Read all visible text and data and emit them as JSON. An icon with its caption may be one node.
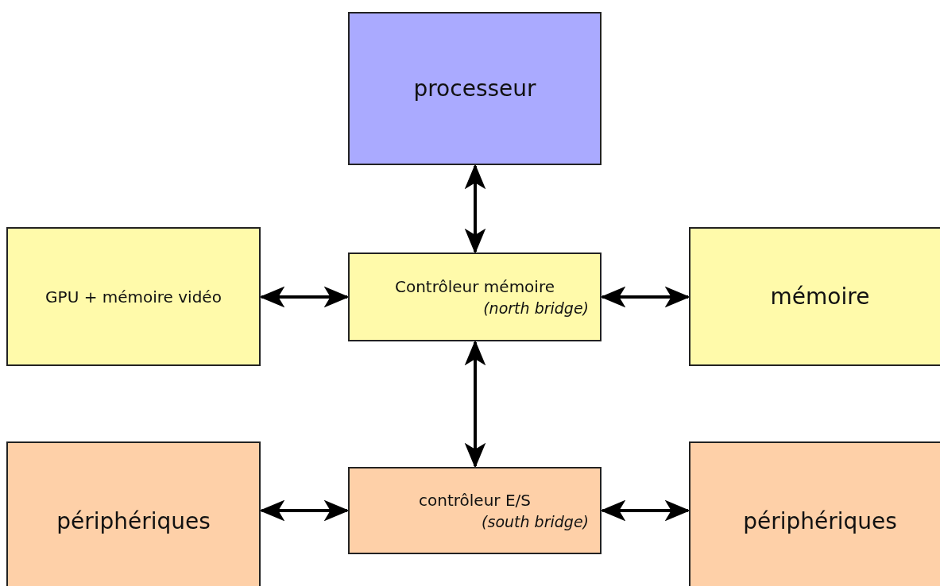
{
  "diagram": {
    "nodes": [
      {
        "text": [
          "processeur"
        ]
      },
      {
        "text": [
          "GPU + mémoire vidéo"
        ]
      },
      {
        "text": [
          "Contrôleur mémoire",
          "(north bridge)"
        ]
      },
      {
        "text": [
          "mémoire"
        ]
      },
      {
        "text": [
          "périphériques"
        ]
      },
      {
        "text": [
          "contrôleur E/S",
          "(south bridge)"
        ]
      },
      {
        "text": [
          "périphériques"
        ]
      }
    ],
    "edges": [
      {
        "from": 0,
        "to": 2,
        "arrow": "both"
      },
      {
        "from": 1,
        "to": 2,
        "arrow": "both"
      },
      {
        "from": 2,
        "to": 3,
        "arrow": "both"
      },
      {
        "from": 2,
        "to": 5,
        "arrow": "both"
      },
      {
        "from": 4,
        "to": 5,
        "arrow": "both"
      },
      {
        "from": 5,
        "to": 6,
        "arrow": "both"
      }
    ]
  }
}
